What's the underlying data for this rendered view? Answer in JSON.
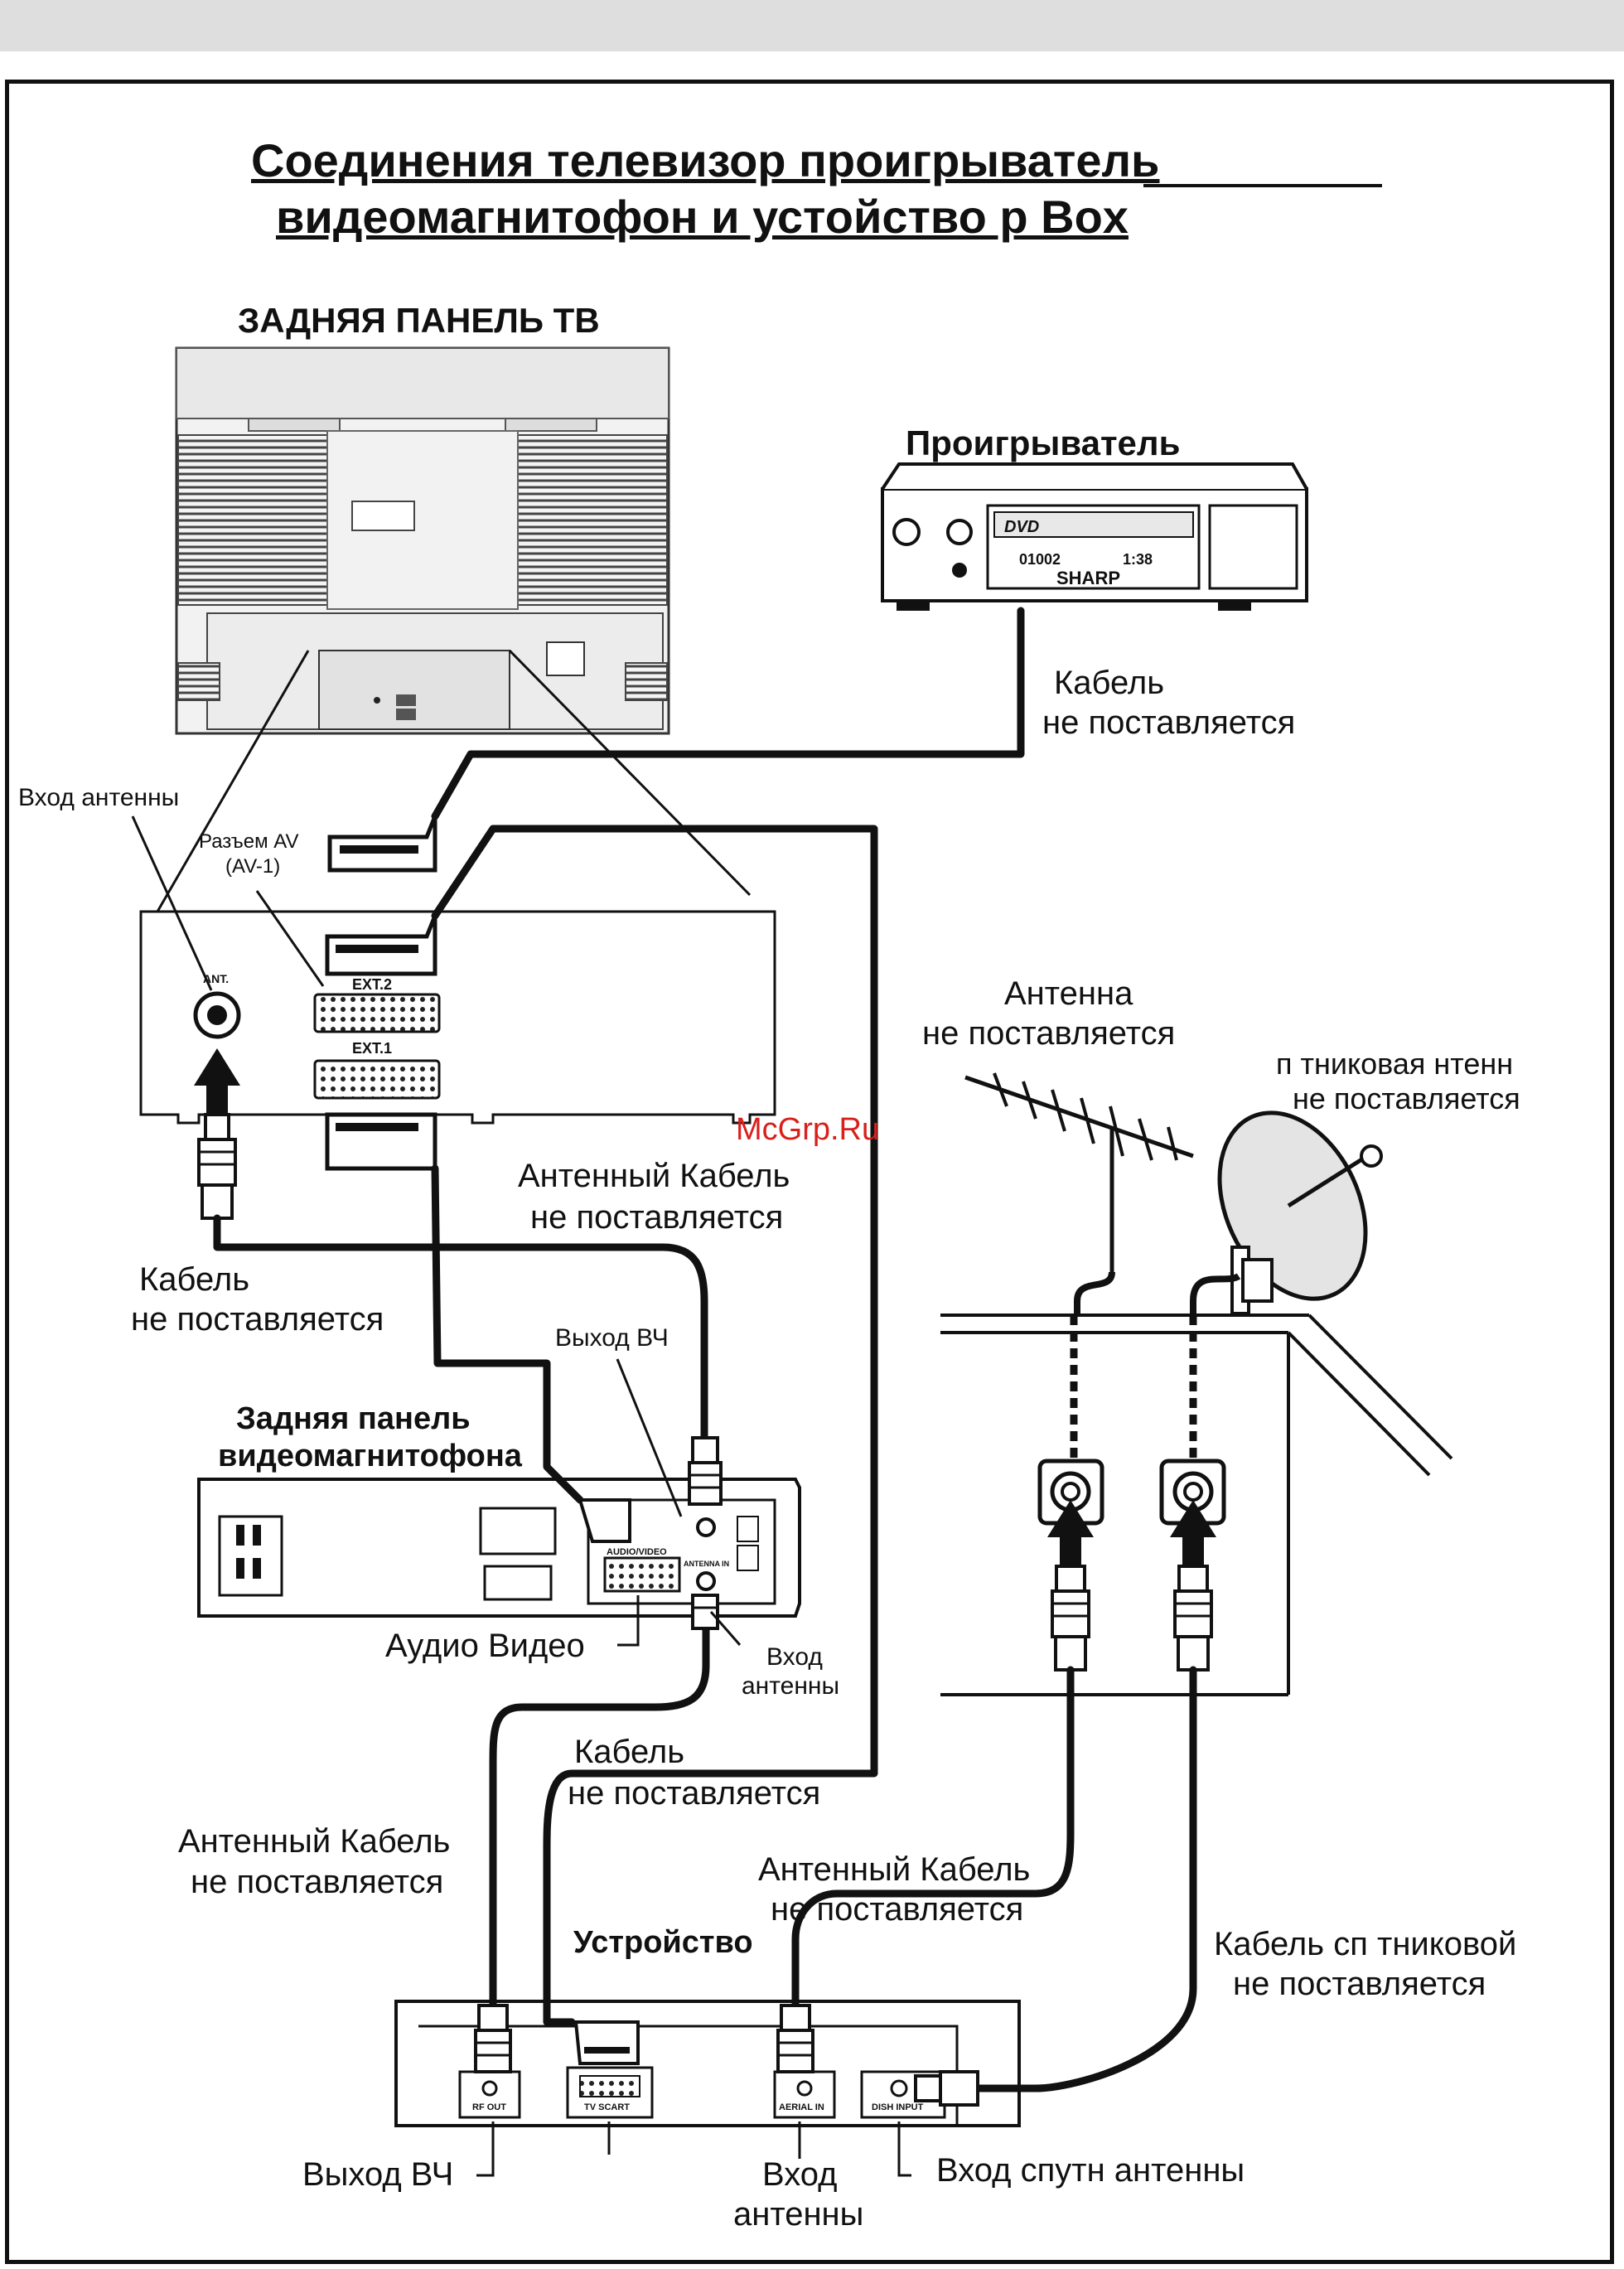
{
  "title": {
    "line1": "Соединения   телевизор  проигрыватель",
    "line2": "видеомагнитофон и устойство          р Box"
  },
  "tv": {
    "heading": "ЗАДНЯЯ ПАНЕЛЬ ТВ",
    "antenna_input": "Вход  антенны",
    "av_socket_line1": "Разъем AV",
    "av_socket_line2": "(AV-1)",
    "ant_label": "ANT.",
    "ext2_label": "EXT.2",
    "ext1_label": "EXT.1",
    "cable_line1": "Кабель",
    "cable_line2": "не поставляется"
  },
  "player": {
    "heading": "Проигрыватель",
    "brand": "SHARP",
    "logo": "DVD",
    "display_left": "01002",
    "display_right": "1:38",
    "cable_line1": "Кабель",
    "cable_line2": "не поставляется"
  },
  "antenna": {
    "line1": "Антенна",
    "line2": "не поставляется"
  },
  "dish": {
    "line1": "п  тниковая   нтенн",
    "line2": "не поставляется",
    "cable_line1": "Кабель сп  тниковой",
    "cable_line2": "не поставляется"
  },
  "vcr": {
    "heading_line1": "Задняя панель",
    "heading_line2": "видеомагнитофона",
    "rf_out": "Выход ВЧ",
    "antenna_cable_line1": "Антенный Кабель",
    "antenna_cable_line2": "не поставляется",
    "audio_video": "Аудио Видео",
    "antenna_in_line1": "Вход",
    "antenna_in_line2": "антенны",
    "av_panel_label": "AUDIO/VIDEO",
    "antenna_in_panel_label": "ANTENNA IN"
  },
  "middle_cable": {
    "line1": "Кабель",
    "line2": "не поставляется"
  },
  "left_antenna_cable": {
    "line1": "Антенный Кабель",
    "line2": "не поставляется"
  },
  "right_antenna_cable": {
    "line1": "Антенный Кабель",
    "line2": "не поставляется"
  },
  "stb": {
    "heading": "Устройство",
    "rf_out_panel": "RF OUT",
    "tv_scart_panel": "TV SCART",
    "aerial_in_panel": "AERIAL IN",
    "dish_input_panel": "DISH INPUT",
    "rf_out": "Выход ВЧ",
    "antenna_in_line1": "Вход",
    "antenna_in_line2": "антенны",
    "sat_antenna_in": "Вход  спутн антенны"
  },
  "watermark": "McGrp.Ru"
}
